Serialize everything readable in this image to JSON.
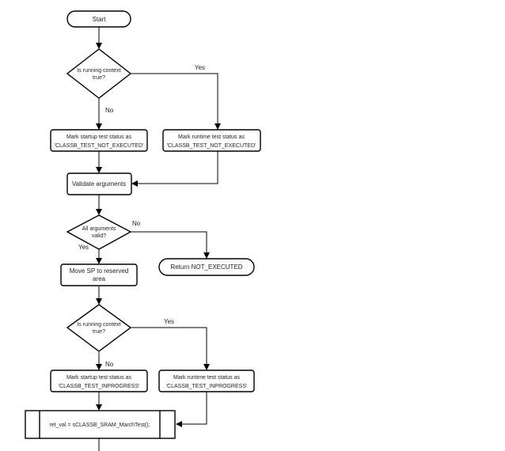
{
  "nodes": {
    "start": "Start",
    "decision1": [
      "Is running context",
      "true?"
    ],
    "startup_not_executed": [
      "Mark startup test status as",
      "'CLASSB_TEST_NOT_EXECUTED'"
    ],
    "runtime_not_executed": [
      "Mark runtime test status as",
      "'CLASSB_TEST_NOT_EXECUTED'"
    ],
    "validate": "Validate arguments",
    "decision2": [
      "All arguments",
      "valid?"
    ],
    "return_not_executed": "Return NOT_EXECUTED",
    "move_sp": [
      "Move SP to reserved",
      "area"
    ],
    "decision3": [
      "Is running context",
      "true?"
    ],
    "startup_inprogress": [
      "Mark startup test status as",
      "'CLASSB_TEST_INPROGRESS'"
    ],
    "runtime_inprogress": [
      "Mark runtime test status as",
      "'CLASSB_TEST_INPROGRESS'"
    ],
    "march_test": "ret_val = sCLASSB_SRAM_MarchTest();"
  },
  "edges": {
    "d1_yes": "Yes",
    "d1_no": "No",
    "d2_no": "No",
    "d2_yes": "Yes",
    "d3_yes": "Yes",
    "d3_no": "No"
  }
}
